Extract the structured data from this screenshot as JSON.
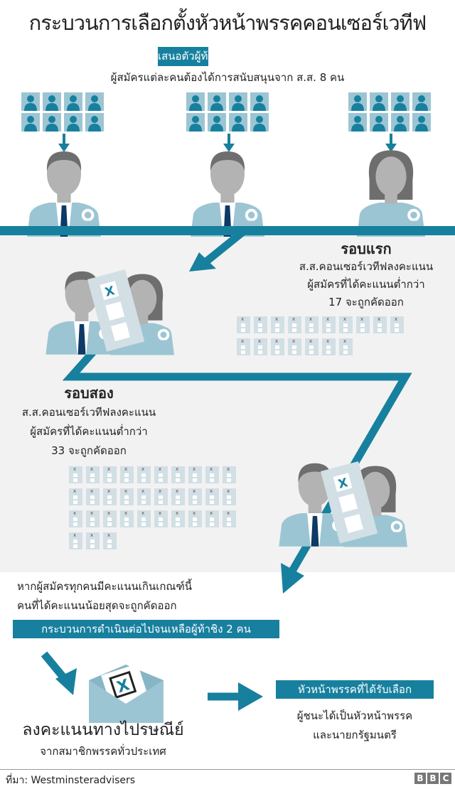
{
  "title": "กระบวนการเลือกตั้งหัวหน้าพรรคคอนเซอร์เวทีฟ",
  "nomination": {
    "label": "เสนอตัวผู้ท้าชิง",
    "subtitle": "ผู้สมัครแต่ละคนต้องได้การสนับสนุนจาก ส.ส. 8 คน",
    "supporters_per_candidate": 8
  },
  "round1": {
    "heading": "รอบแรก",
    "lines": [
      "ส.ส.คอนเซอร์เวทีฟลงคะแนน",
      "ผู้สมัครที่ได้คะแนนต่ำกว่า",
      "17 จะถูกคัดออก"
    ],
    "ballot_count": 17
  },
  "round2": {
    "heading": "รอบสอง",
    "lines": [
      "ส.ส.คอนเซอร์เวทีฟลงคะแนน",
      "ผู้สมัครที่ได้คะแนนต่ำกว่า",
      "33 จะถูกคัดออก"
    ],
    "ballot_count": 33
  },
  "continue_note": [
    "หากผู้สมัครทุกคนมีคะแนนเกินเกณฑ์นี้",
    "คนที่ได้คะแนนน้อยสุดจะถูกคัดออก"
  ],
  "continue_label": "กระบวนการดำเนินต่อไปจนเหลือผู้ท้าชิง 2 คน",
  "postal": {
    "heading": "ลงคะแนนทางไปรษณีย์",
    "subtitle": "จากสมาชิกพรรคทั่วประเทศ"
  },
  "result": {
    "label": "หัวหน้าพรรคที่ได้รับเลือก",
    "lines": [
      "ผู้ชนะได้เป็นหัวหน้าพรรค",
      "และนายกรัฐมนตรี"
    ]
  },
  "ballot_mark": "X",
  "footer": {
    "source": "ที่มา: Westminsteradvisers",
    "logo": "BBC"
  },
  "colors": {
    "teal": "#17809e",
    "light_blue": "#9cc5d3",
    "panel": "#f2f2f2",
    "head_grey": "#b3b3b3",
    "hair_grey": "#6e6e6e",
    "tie": "#0d3a66"
  }
}
